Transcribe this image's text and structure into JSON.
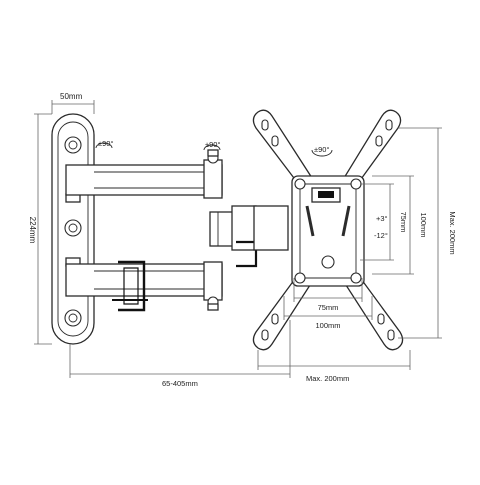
{
  "labels": {
    "wall_plate_width": "50mm",
    "wall_plate_height": "224mm",
    "swivel_wall": "±90°",
    "swivel_arm": "±90°",
    "rotation_head": "±90°",
    "extension": "65-405mm",
    "tilt_up": "+3°",
    "tilt_down": "-12°",
    "vesa_h_small": "75mm",
    "vesa_h_large": "100mm",
    "vesa_v_small": "75mm",
    "vesa_v_large": "100mm",
    "max_h": "Max. 200mm",
    "max_v": "Max. 200mm"
  },
  "colors": {
    "line": "#2b2b2b",
    "dimension": "#666666",
    "background": "#ffffff"
  }
}
